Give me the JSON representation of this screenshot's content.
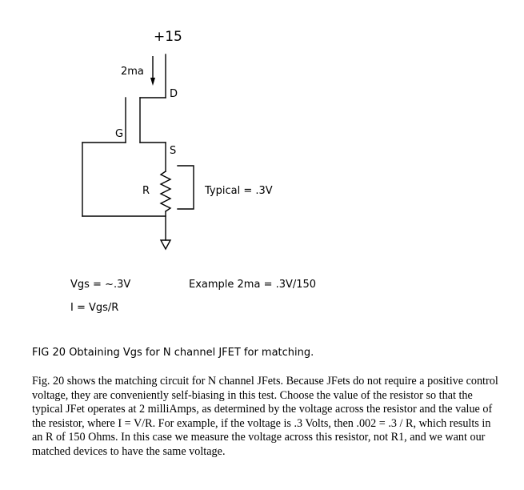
{
  "circuit": {
    "supply_label": "+15",
    "current_label": "2ma",
    "drain_label": "D",
    "gate_label": "G",
    "source_label": "S",
    "resistor_label": "R",
    "typical_label": "Typical = .3V"
  },
  "equations": {
    "vgs": "Vgs = ~.3V",
    "current": "I = Vgs/R",
    "example": "Example 2ma = .3V/150"
  },
  "caption": "FIG 20 Obtaining Vgs for N channel JFET for matching.",
  "paragraph": "Fig. 20 shows the matching circuit for N channel JFets.  Because JFets do not require a positive control voltage, they are conveniently self-biasing in this test.  Choose the value of the resistor so that the typical JFet operates at 2 milliAmps, as determined by the voltage across the resistor and the value of the resistor, where I = V/R.  For example, if the voltage is .3 Volts, then .002 = .3 / R, which results in an R of 150 Ohms.  In this case we measure the voltage across this resistor, not R1, and we want our matched devices to have the same voltage."
}
